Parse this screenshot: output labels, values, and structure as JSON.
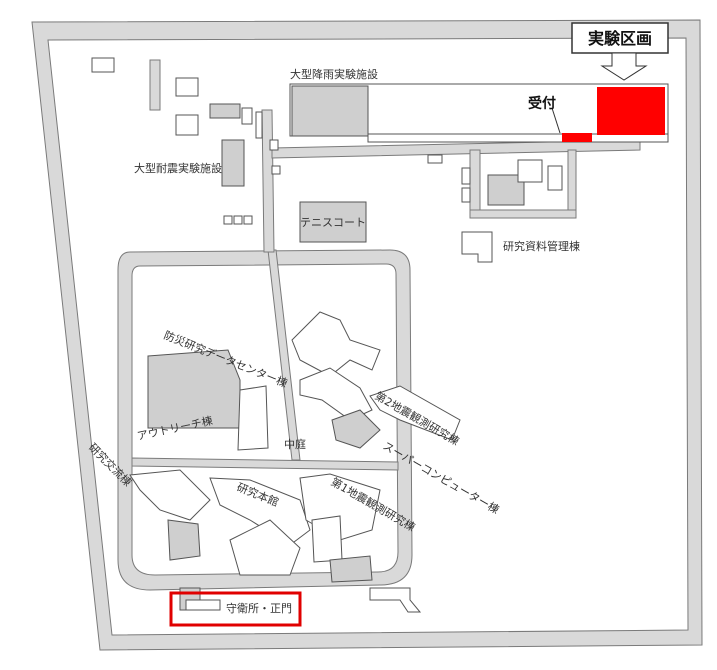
{
  "map": {
    "callout": {
      "label": "実験区画",
      "color": "#ff0000"
    },
    "reception": {
      "label": "受付"
    },
    "main_gate": {
      "label": "守衛所・正門",
      "highlight_color": "#e00000"
    },
    "buildings": {
      "rain_facility": "大型降雨実験施設",
      "seismic_facility": "大型耐震実験施設",
      "tennis_court": "テニスコート",
      "research_archive": "研究資料管理棟",
      "data_center": "防災研究データセンター棟",
      "outreach": "アウトリーチ棟",
      "exchange": "研究交流棟",
      "main_building": "研究本館",
      "earthquake_lab_1": "第1地震観測研究棟",
      "earthquake_lab_2": "第2地震観測研究棟",
      "supercomputer": "スーパーコンピューター棟",
      "courtyard": "中庭"
    },
    "colors": {
      "road_fill": "#d9d9d9",
      "road_edge": "#7a7a7a",
      "building_fill": "#cfcfcf",
      "building_edge": "#555555"
    }
  }
}
